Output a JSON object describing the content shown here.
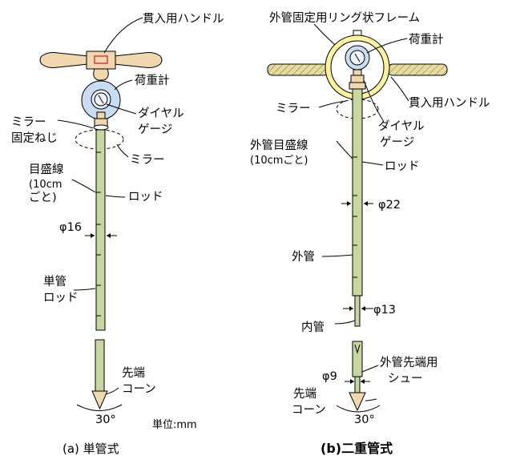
{
  "left": {
    "handle": "貫入用ハンドル",
    "load_meter": "荷重計",
    "dial_1": "ダイヤル",
    "dial_2": "ゲージ",
    "mirror_screw_1": "ミラー",
    "mirror_screw_2": "固定ねじ",
    "mirror": "ミラー",
    "scale_1": "目盛線",
    "scale_2": "(10cm",
    "scale_3": "ごと)",
    "rod": "ロッド",
    "diameter": "φ16",
    "single_rod_1": "単管",
    "single_rod_2": "ロッド",
    "cone_1": "先端",
    "cone_2": "コーン",
    "angle": "30°",
    "unit": "単位:mm",
    "caption": "(a) 単管式"
  },
  "right": {
    "frame": "外管固定用リング状フレーム",
    "load_meter": "荷重計",
    "mirror": "ミラー",
    "handle": "貫入用ハンドル",
    "dial_1": "ダイヤル",
    "dial_2": "ゲージ",
    "scale_1": "外管目盛線",
    "scale_2": "(10cmごと)",
    "rod": "ロッド",
    "diameter_outer": "φ22",
    "outer_tube": "外管",
    "diameter_inner": "φ13",
    "inner_tube": "内管",
    "shoe_1": "外管先端用",
    "shoe_2": "シュー",
    "diameter_tip": "φ9",
    "cone_1": "先端",
    "cone_2": "コーン",
    "angle": "30°",
    "caption": "(b)二重管式"
  },
  "colors": {
    "rod_fill": "#c8d7a0",
    "handle_fill": "#f0d7b0",
    "gauge_fill": "#c8dcf2",
    "hatch_fill": "#e6dca0",
    "ring_fill": "#fff3a0",
    "line": "#000000"
  }
}
